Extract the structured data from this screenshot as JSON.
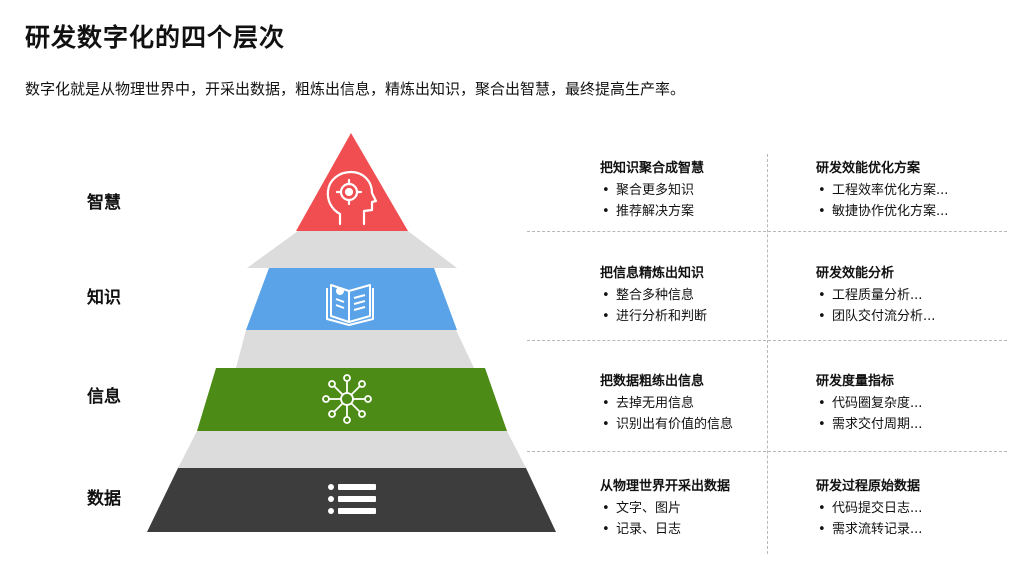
{
  "title": "研发数字化的四个层次",
  "subtitle": "数字化就是从物理世界中，开采出数据，粗炼出信息，精炼出知识，聚合出智慧，最终提高生产率。",
  "levels": [
    {
      "label": "智慧",
      "color": "#f04e51",
      "icon": "head-target-icon"
    },
    {
      "label": "知识",
      "color": "#5aa3e8",
      "icon": "book-icon"
    },
    {
      "label": "信息",
      "color": "#4c8c16",
      "icon": "network-hub-icon"
    },
    {
      "label": "数据",
      "color": "#3d3d3d",
      "icon": "list-icon"
    }
  ],
  "rows": [
    {
      "left": {
        "title": "把知识聚合成智慧",
        "items": [
          "聚合更多知识",
          "推荐解决方案"
        ]
      },
      "right": {
        "title": "研发效能优化方案",
        "items": [
          "工程效率优化方案...",
          "敏捷协作优化方案..."
        ]
      }
    },
    {
      "left": {
        "title": "把信息精炼出知识",
        "items": [
          "整合多种信息",
          "进行分析和判断"
        ]
      },
      "right": {
        "title": "研发效能分析",
        "items": [
          "工程质量分析...",
          "团队交付流分析..."
        ]
      }
    },
    {
      "left": {
        "title": "把数据粗练出信息",
        "items": [
          "去掉无用信息",
          "识别出有价值的信息"
        ]
      },
      "right": {
        "title": "研发度量指标",
        "items": [
          "代码圈复杂度...",
          "需求交付周期..."
        ]
      }
    },
    {
      "left": {
        "title": "从物理世界开采出数据",
        "items": [
          "文字、图片",
          "记录、日志"
        ]
      },
      "right": {
        "title": "研发过程原始数据",
        "items": [
          "代码提交日志...",
          "需求流转记录..."
        ]
      }
    }
  ]
}
